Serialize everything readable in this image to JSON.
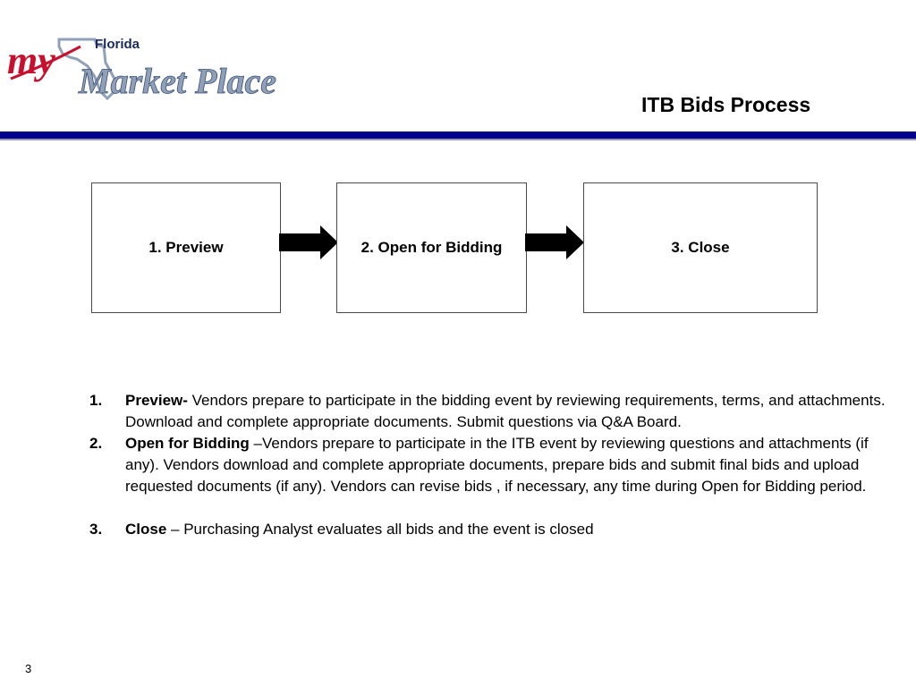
{
  "header": {
    "logo": {
      "my": "my",
      "state": "Florida",
      "name": "Market Place",
      "accent_red": "#c8102e",
      "accent_blue": "#8fa0b8"
    },
    "title": "ITB Bids Process",
    "rule_color": "#00008c"
  },
  "flow": {
    "steps": [
      {
        "label": "1. Preview"
      },
      {
        "label": "2. Open for Bidding"
      },
      {
        "label": "3. Close"
      }
    ],
    "arrow_icon": "right-arrow-icon"
  },
  "descriptions": [
    {
      "number": "1.",
      "term": "Preview-",
      "text": " Vendors prepare to participate in the bidding event by reviewing requirements, terms, and attachments.  Download and complete appropriate documents.  Submit questions via Q&A Board."
    },
    {
      "number": "2.",
      "term": "Open for Bidding",
      "text": " –Vendors prepare to participate in the ITB event by reviewing questions and attachments (if any). Vendors download and complete appropriate documents, prepare bids and submit final bids and upload requested documents (if any). Vendors can revise bids , if necessary, any time during Open for Bidding period."
    },
    {
      "number": "3.",
      "term": "Close",
      "text": " – Purchasing Analyst evaluates all bids and the event is closed"
    }
  ],
  "footer": {
    "page_number": "3"
  }
}
